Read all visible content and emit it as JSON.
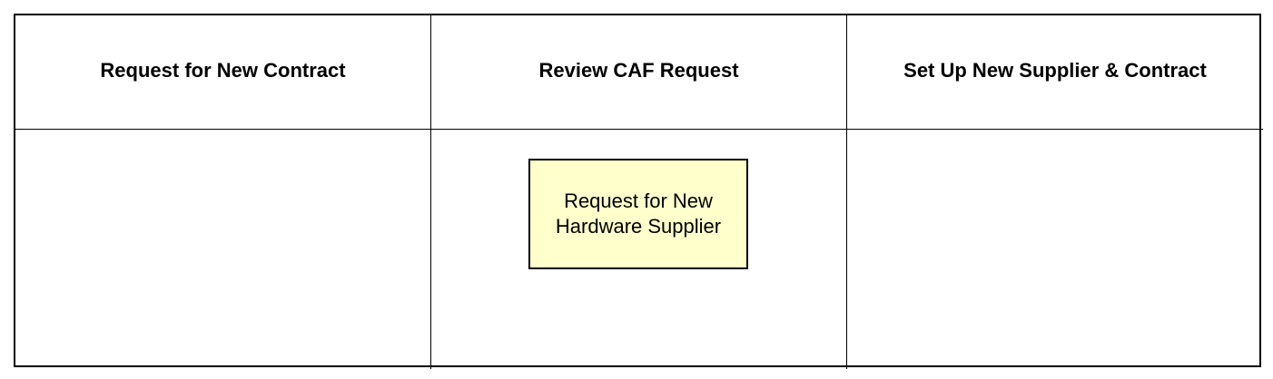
{
  "columns": [
    {
      "header": "Request for New Contract",
      "items": []
    },
    {
      "header": "Review CAF Request",
      "items": [
        {
          "label": "Request for New\nHardware Supplier",
          "fill": "#ffffcc"
        }
      ]
    },
    {
      "header": "Set Up New Supplier & Contract",
      "items": []
    }
  ]
}
